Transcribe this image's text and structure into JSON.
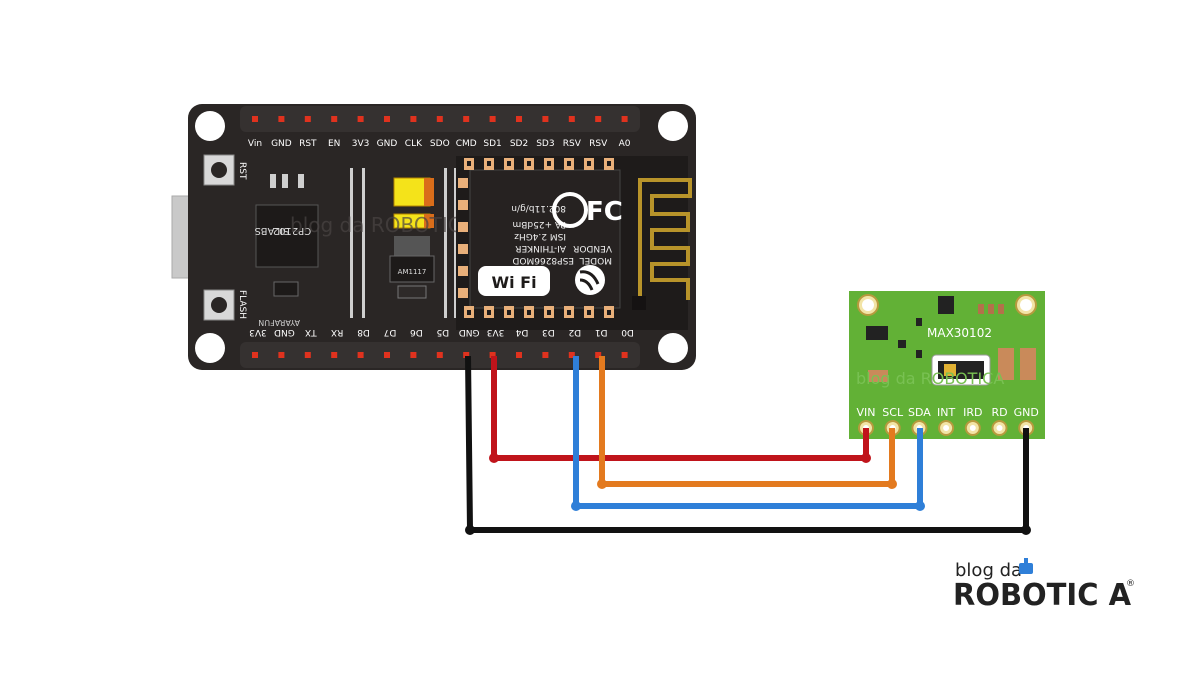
{
  "nodemcu": {
    "top_pins": [
      "Vin",
      "GND",
      "RST",
      "EN",
      "3V3",
      "GND",
      "CLK",
      "SDO",
      "CMD",
      "SD1",
      "SD2",
      "SD3",
      "RSV",
      "RSV",
      "A0"
    ],
    "bottom_pins": [
      "3V3",
      "GND",
      "TX",
      "RX",
      "D8",
      "D7",
      "D6",
      "D5",
      "GND",
      "3V3",
      "D4",
      "D3",
      "D2",
      "D1",
      "D0"
    ],
    "rst_label": "RST",
    "flash_label": "FLASH",
    "usb_chip_line1": "SILABS",
    "usb_chip_line2": "CP2102",
    "regulator_label": "AM1117",
    "brand_label": "AYARAFUN",
    "watermark": "blog da ROBOTICA",
    "module": {
      "model": "MODEL",
      "model_name": "ESP8266MOD",
      "vendor": "VENDOR",
      "vendor_name": "AI-THINKER",
      "ism": "ISM 2.4GHz",
      "pa": "PA +25dBm",
      "wifi_std": "802.11b/g/n",
      "wifi_logo": "Wi Fi",
      "fcc_logo": "FC"
    }
  },
  "sensor": {
    "name": "MAX30102",
    "pins": [
      "VIN",
      "SCL",
      "SDA",
      "INT",
      "IRD",
      "RD",
      "GND"
    ]
  },
  "wires": [
    {
      "from": "GND",
      "to": "GND",
      "color": "#111111"
    },
    {
      "from": "3V3",
      "to": "VIN",
      "color": "#c0141b"
    },
    {
      "from": "D1",
      "to": "SCL",
      "color": "#e37a1f"
    },
    {
      "from": "D2",
      "to": "SDA",
      "color": "#2f7fd8"
    }
  ],
  "logo": {
    "line1": "blog da",
    "line2": "ROBOTIC A",
    "registered": "®"
  }
}
